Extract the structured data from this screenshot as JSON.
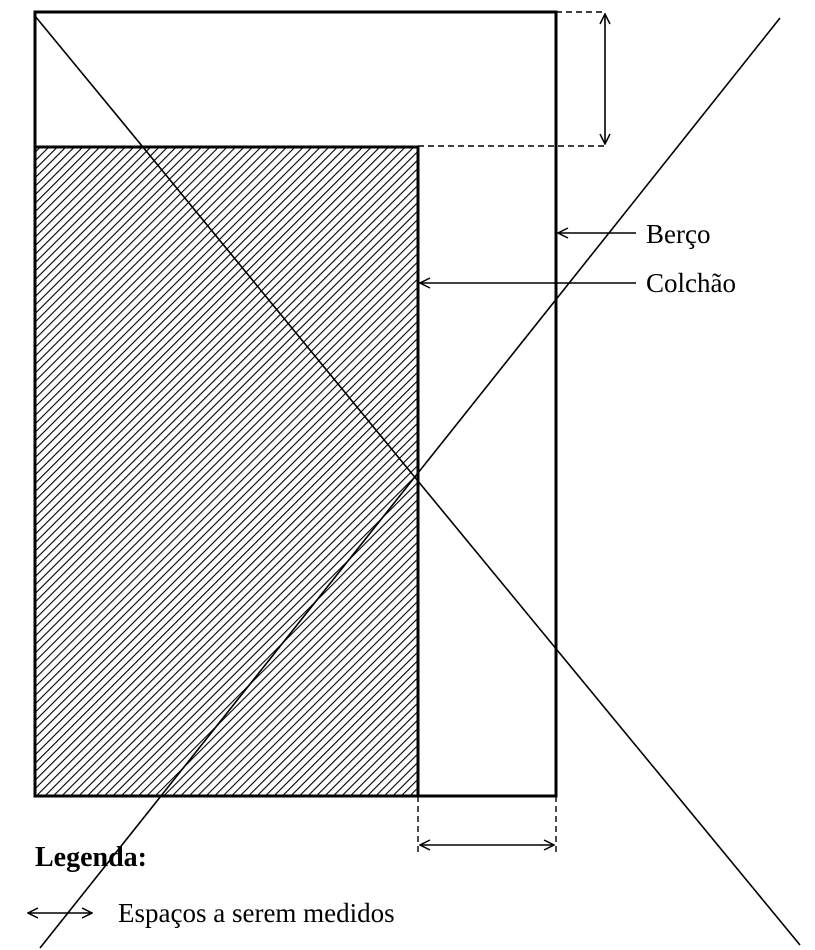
{
  "labels": {
    "crib": "Berço",
    "mattress": "Colchão"
  },
  "legend": {
    "title": "Legenda:",
    "item_text": "Espaços a serem medidos"
  },
  "colors": {
    "stroke": "#000000",
    "background": "#ffffff"
  }
}
